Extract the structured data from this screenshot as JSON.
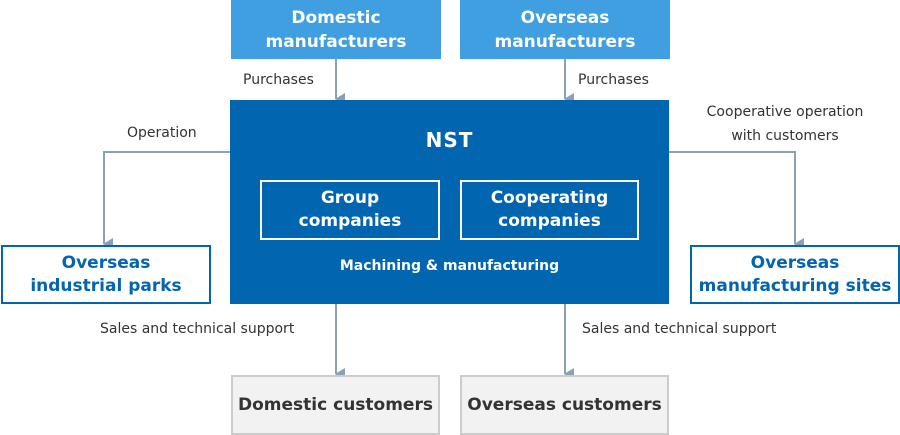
{
  "top_boxes": {
    "domestic_manufacturers": "Domestic\nmanufacturers",
    "overseas_manufacturers": "Overseas\nmanufacturers"
  },
  "center": {
    "title": "NST",
    "group_companies": "Group\ncompanies",
    "cooperating_companies": "Cooperating\ncompanies",
    "caption": "Machining & manufacturing"
  },
  "side_boxes": {
    "overseas_industrial_parks": "Overseas\nindustrial parks",
    "overseas_manufacturing_sites": "Overseas\nmanufacturing sites"
  },
  "bottom_boxes": {
    "domestic_customers": "Domestic customers",
    "overseas_customers": "Overseas customers"
  },
  "labels": {
    "purchases_left": "Purchases",
    "purchases_right": "Purchases",
    "operation": "Operation",
    "cooperative_operation": "Cooperative operation\nwith customers",
    "sales_left": "Sales and technical support",
    "sales_right": "Sales and technical support"
  },
  "colors": {
    "top_box": "#3f9fe0",
    "center_box": "#0165b0",
    "side_border": "#0165b0",
    "connector": "#8a9fb8",
    "bottom_box": "#f2f2f2"
  }
}
